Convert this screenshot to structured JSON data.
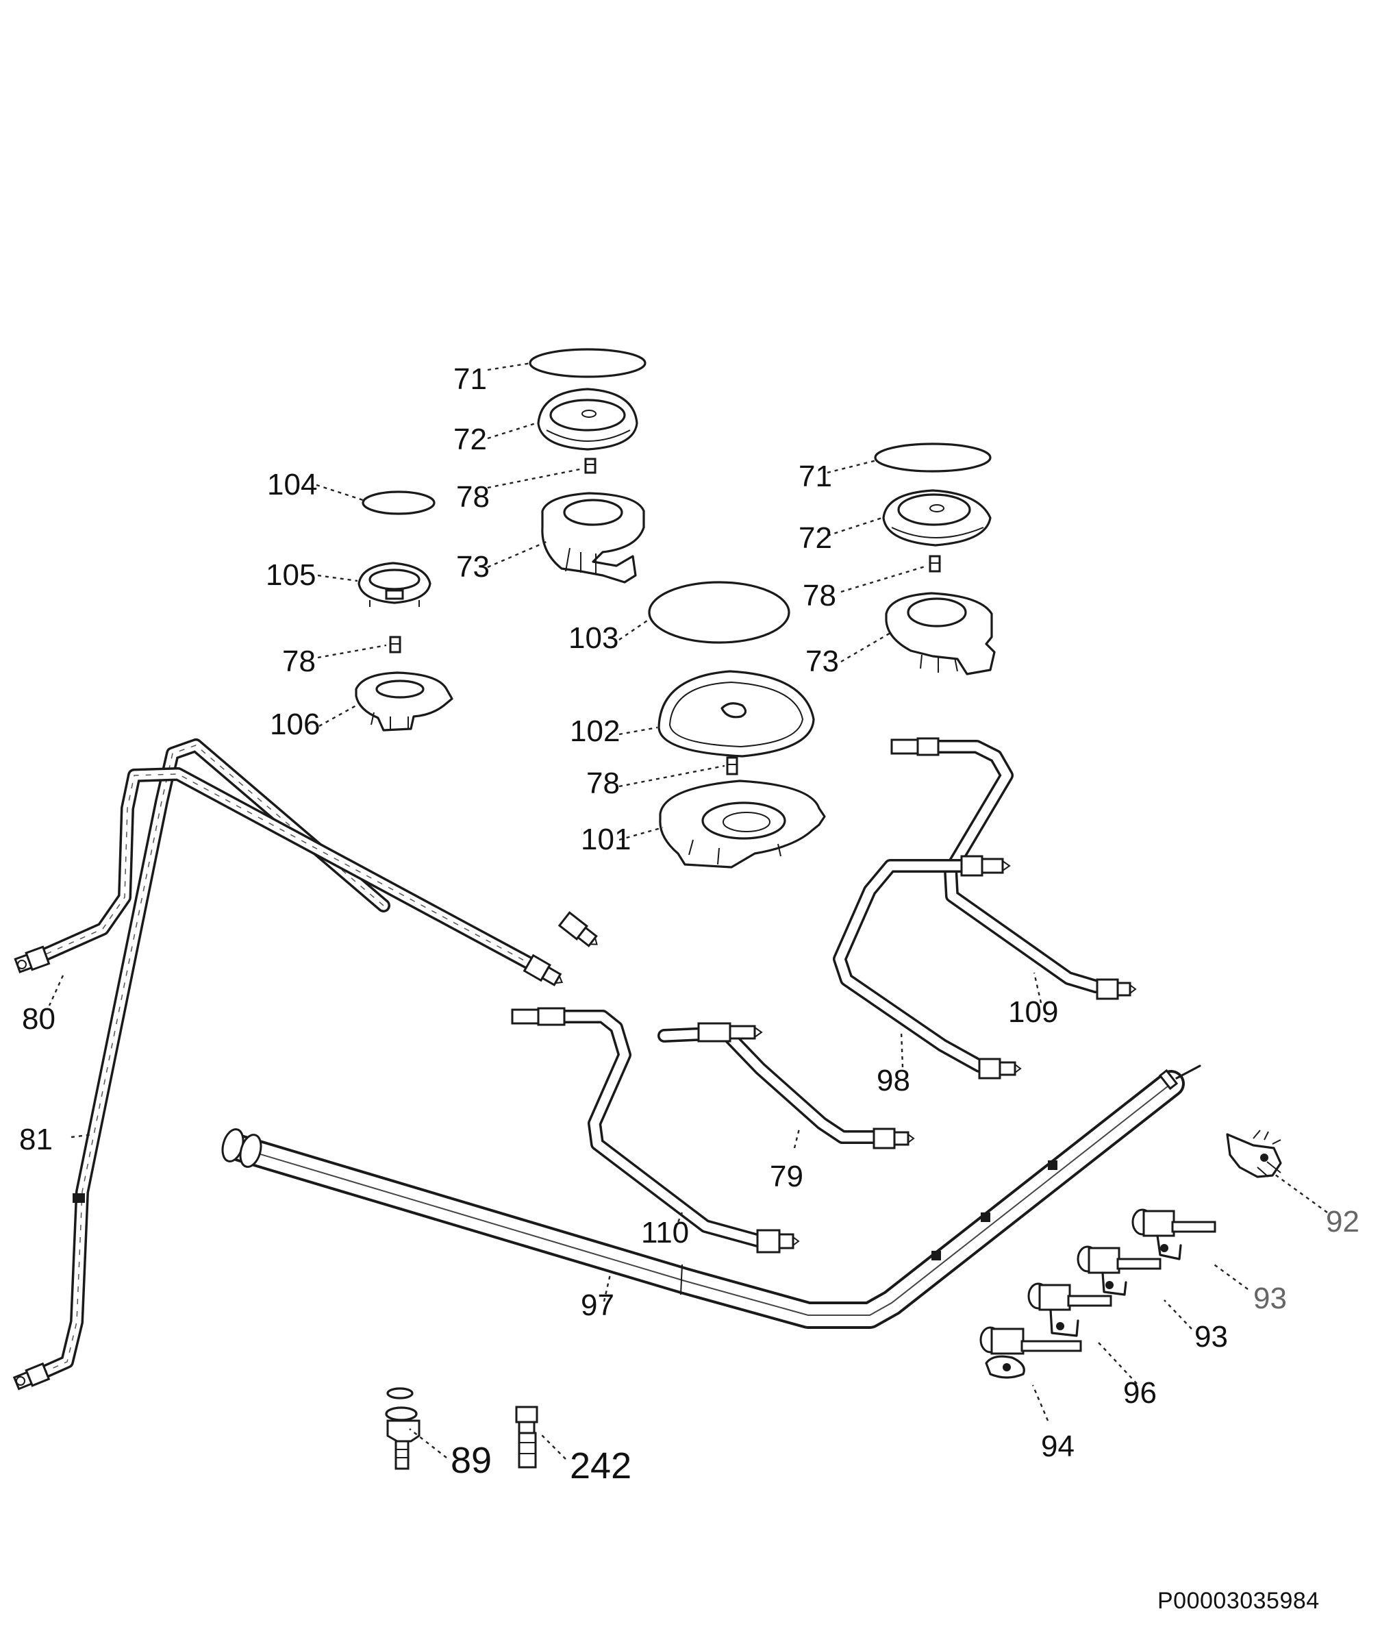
{
  "callouts": [
    {
      "id": "c71a",
      "text": "71"
    },
    {
      "id": "c72a",
      "text": "72"
    },
    {
      "id": "c78a",
      "text": "78"
    },
    {
      "id": "c73a",
      "text": "73"
    },
    {
      "id": "c104",
      "text": "104"
    },
    {
      "id": "c105",
      "text": "105"
    },
    {
      "id": "c78b",
      "text": "78"
    },
    {
      "id": "c106",
      "text": "106"
    },
    {
      "id": "c71b",
      "text": "71"
    },
    {
      "id": "c72b",
      "text": "72"
    },
    {
      "id": "c78c",
      "text": "78"
    },
    {
      "id": "c73b",
      "text": "73"
    },
    {
      "id": "c103",
      "text": "103"
    },
    {
      "id": "c102",
      "text": "102"
    },
    {
      "id": "c78d",
      "text": "78"
    },
    {
      "id": "c101",
      "text": "101"
    },
    {
      "id": "c80",
      "text": "80"
    },
    {
      "id": "c81",
      "text": "81"
    },
    {
      "id": "c109",
      "text": "109"
    },
    {
      "id": "c98",
      "text": "98"
    },
    {
      "id": "c79",
      "text": "79"
    },
    {
      "id": "c110",
      "text": "110"
    },
    {
      "id": "c97",
      "text": "97"
    },
    {
      "id": "c92",
      "text": "92"
    },
    {
      "id": "c93a",
      "text": "93"
    },
    {
      "id": "c93b",
      "text": "93"
    },
    {
      "id": "c96",
      "text": "96"
    },
    {
      "id": "c94",
      "text": "94"
    },
    {
      "id": "c89",
      "text": "89"
    },
    {
      "id": "c242",
      "text": "242"
    }
  ],
  "document_code": "P00003035984"
}
